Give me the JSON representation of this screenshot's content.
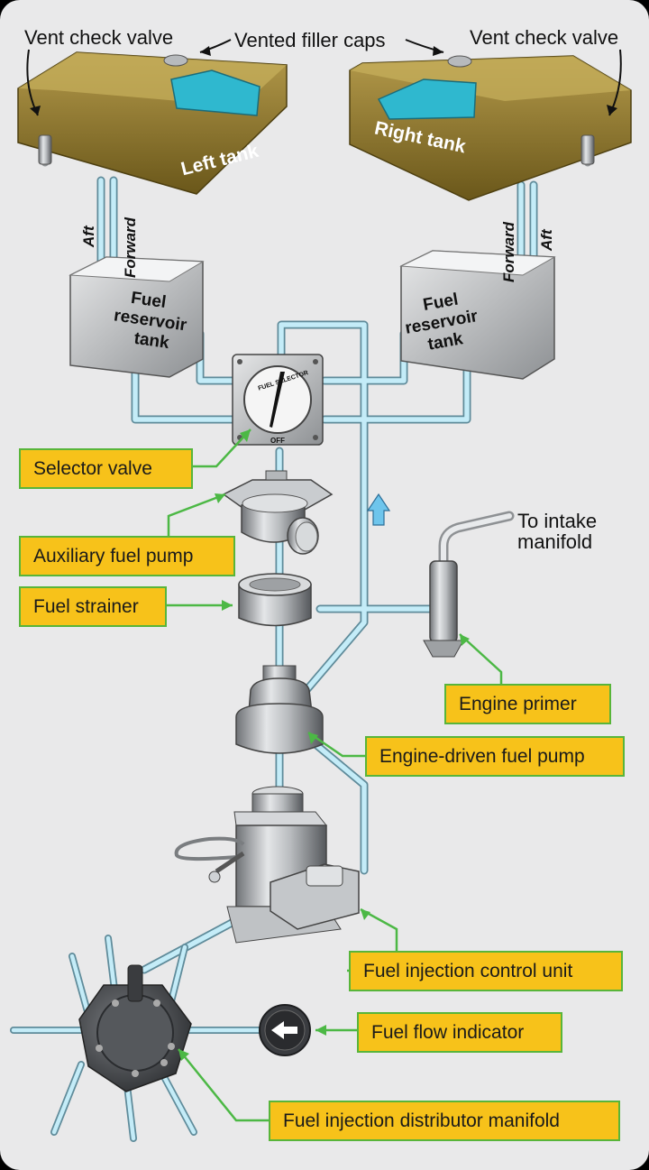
{
  "labels": {
    "vent_check_valve_left": "Vent check valve",
    "vented_filler_caps": "Vented filler caps",
    "vent_check_valve_right": "Vent check valve",
    "left_tank": "Left tank",
    "right_tank": "Right tank",
    "aft": "Aft",
    "forward": "Forward",
    "fuel_reservoir_tank_lines": [
      "Fuel",
      "reservoir",
      "tank"
    ],
    "to_intake_manifold_lines": [
      "To intake",
      "manifold"
    ],
    "selector_face_text": "FUEL SELECTOR",
    "selector_off": "OFF"
  },
  "callouts": {
    "selector_valve": "Selector valve",
    "auxiliary_fuel_pump": "Auxiliary fuel pump",
    "fuel_strainer": "Fuel strainer",
    "engine_primer": "Engine primer",
    "engine_driven_fuel_pump": "Engine-driven fuel pump",
    "fuel_injection_control_unit": "Fuel injection control unit",
    "fuel_flow_indicator": "Fuel flow indicator",
    "fuel_injection_distributor_manifold": "Fuel injection distributor manifold"
  },
  "colors": {
    "background": "#e9e9ea",
    "tank_body": "#8a7525",
    "fuel": "#2fb8cf",
    "pipe": "#bfe8f5",
    "callout_fill": "#f7c21a",
    "callout_border": "#58b53a",
    "leader_line": "#4cb845",
    "flow_arrow": "#6ec5ec"
  }
}
